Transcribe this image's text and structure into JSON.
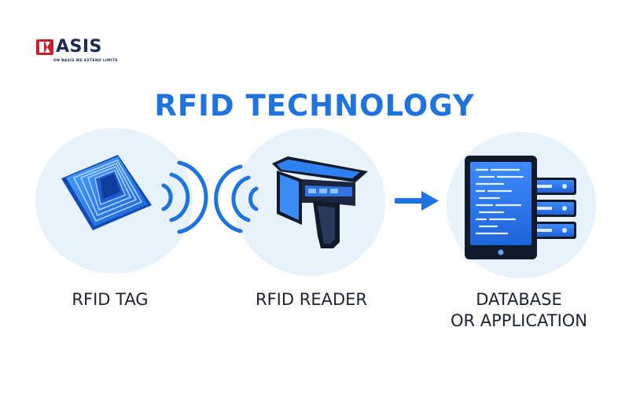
{
  "brand": {
    "name": "ASIS",
    "tagline": "ON BASIS WE EXTEND LIMITS",
    "mark_color": "#c8202f",
    "text_color": "#1d2a56"
  },
  "title": "RFID TECHNOLOGY",
  "colors": {
    "accent": "#1f73e0",
    "circle_bg": "#e7f2fc",
    "dark": "#111a2b"
  },
  "stages": [
    {
      "id": "tag",
      "label": "RFID TAG",
      "icon": "rfid-tag-icon"
    },
    {
      "id": "reader",
      "label": "RFID READER",
      "icon": "rfid-reader-icon"
    },
    {
      "id": "database",
      "label_line1": "DATABASE",
      "label_line2": "OR APPLICATION",
      "icon": "database-tablet-icon"
    }
  ]
}
